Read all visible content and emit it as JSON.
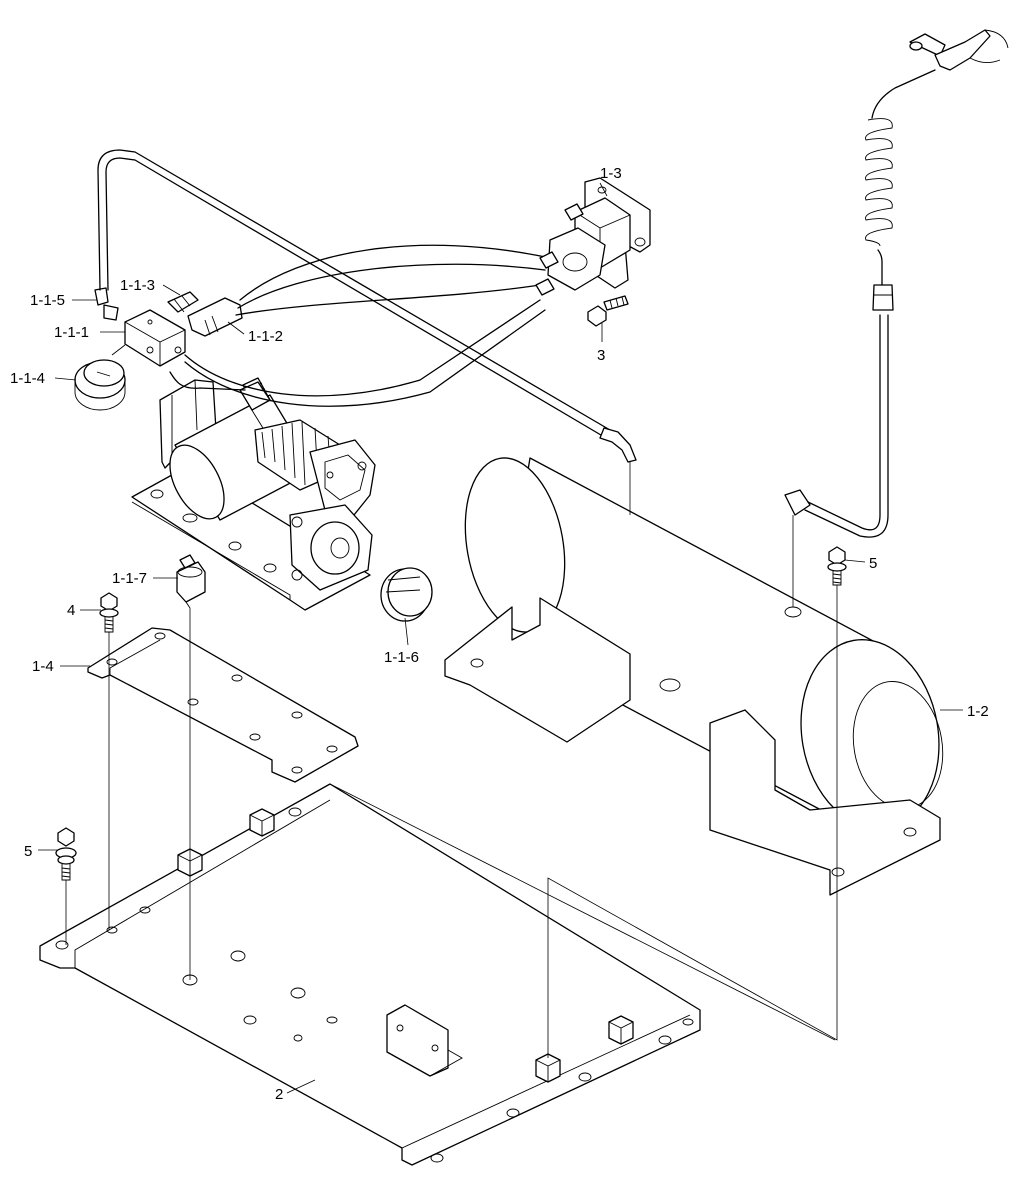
{
  "labels": {
    "l_1_1_5": "1-1-5",
    "l_1_1_3": "1-1-3",
    "l_1_1_1": "1-1-1",
    "l_1_1_2": "1-1-2",
    "l_1_1_4": "1-1-4",
    "l_1_3": "1-3",
    "l_3": "3",
    "l_1_1_7": "1-1-7",
    "l_4": "4",
    "l_1_4": "1-4",
    "l_1_1_6": "1-1-6",
    "l_5_top": "5",
    "l_1_2": "1-2",
    "l_5_left": "5",
    "l_2": "2"
  }
}
